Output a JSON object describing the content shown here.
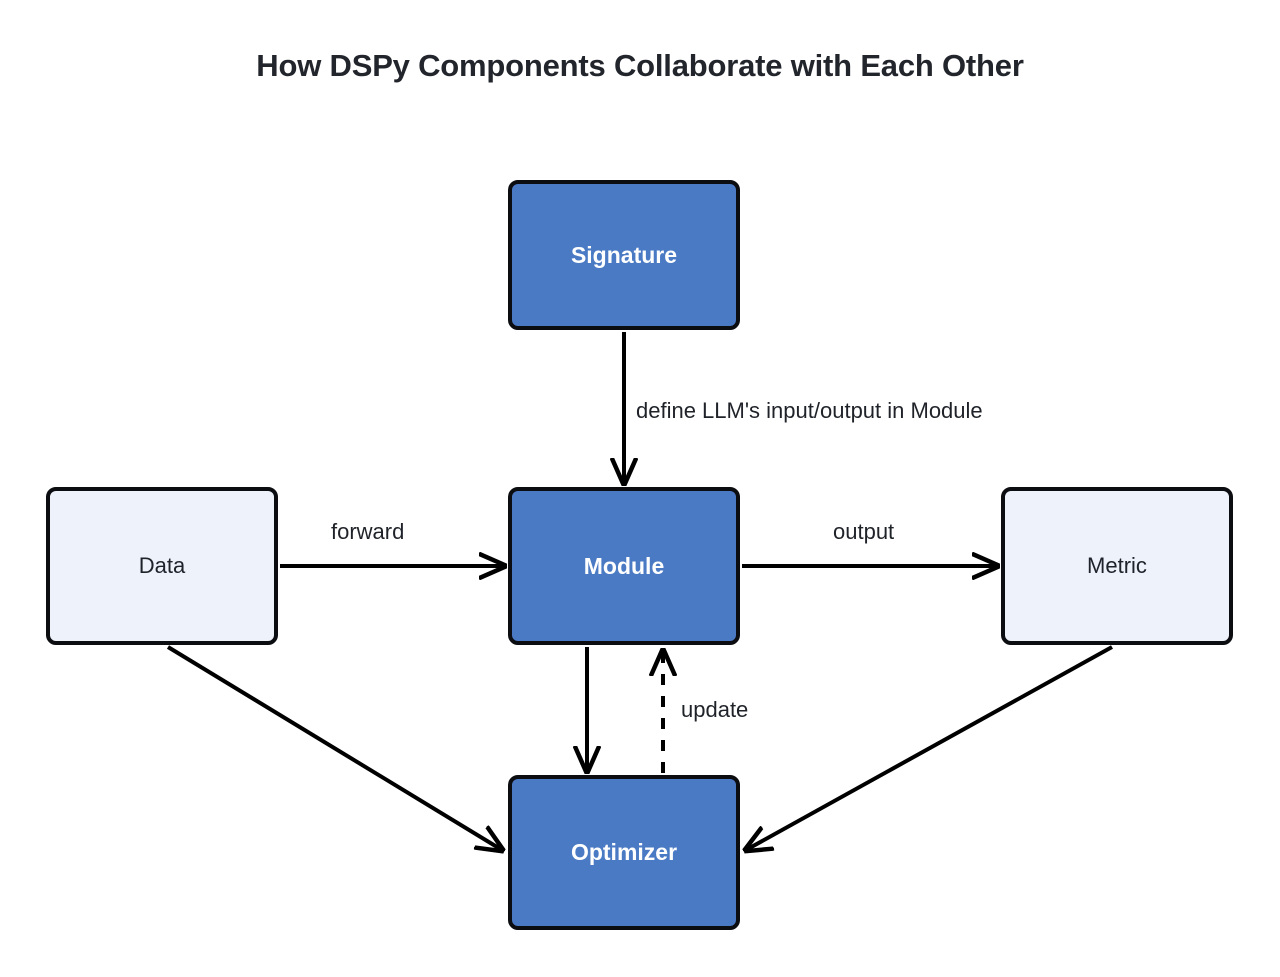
{
  "title": "How DSPy Components Collaborate with Each Other",
  "colors": {
    "background": "#ffffff",
    "node_fill_primary": "#4a7ac4",
    "node_fill_secondary": "#eef2fb",
    "node_stroke": "#0b0d11",
    "edge_stroke": "#000000",
    "title_text": "#22262c",
    "label_text": "#1f2329",
    "primary_node_text": "#ffffff",
    "secondary_node_text": "#1f2329"
  },
  "chart_data": {
    "type": "diagram",
    "title": "How DSPy Components Collaborate with Each Other",
    "nodes": [
      {
        "id": "signature",
        "label": "Signature",
        "style": "primary"
      },
      {
        "id": "data",
        "label": "Data",
        "style": "secondary"
      },
      {
        "id": "module",
        "label": "Module",
        "style": "primary"
      },
      {
        "id": "metric",
        "label": "Metric",
        "style": "secondary"
      },
      {
        "id": "optimizer",
        "label": "Optimizer",
        "style": "primary"
      }
    ],
    "edges": [
      {
        "from": "signature",
        "to": "module",
        "label": "define LLM's input/output in Module",
        "style": "solid"
      },
      {
        "from": "data",
        "to": "module",
        "label": "forward",
        "style": "solid"
      },
      {
        "from": "module",
        "to": "metric",
        "label": "output",
        "style": "solid"
      },
      {
        "from": "module",
        "to": "optimizer",
        "label": "",
        "style": "solid"
      },
      {
        "from": "optimizer",
        "to": "module",
        "label": "update",
        "style": "dashed"
      },
      {
        "from": "data",
        "to": "optimizer",
        "label": "",
        "style": "solid"
      },
      {
        "from": "metric",
        "to": "optimizer",
        "label": "",
        "style": "solid"
      }
    ]
  },
  "nodes": {
    "signature": {
      "label": "Signature"
    },
    "data": {
      "label": "Data"
    },
    "module": {
      "label": "Module"
    },
    "metric": {
      "label": "Metric"
    },
    "optimizer": {
      "label": "Optimizer"
    }
  },
  "edge_labels": {
    "signature_to_module": "define LLM's input/output in Module",
    "data_to_module": "forward",
    "module_to_metric": "output",
    "optimizer_to_module": "update"
  }
}
